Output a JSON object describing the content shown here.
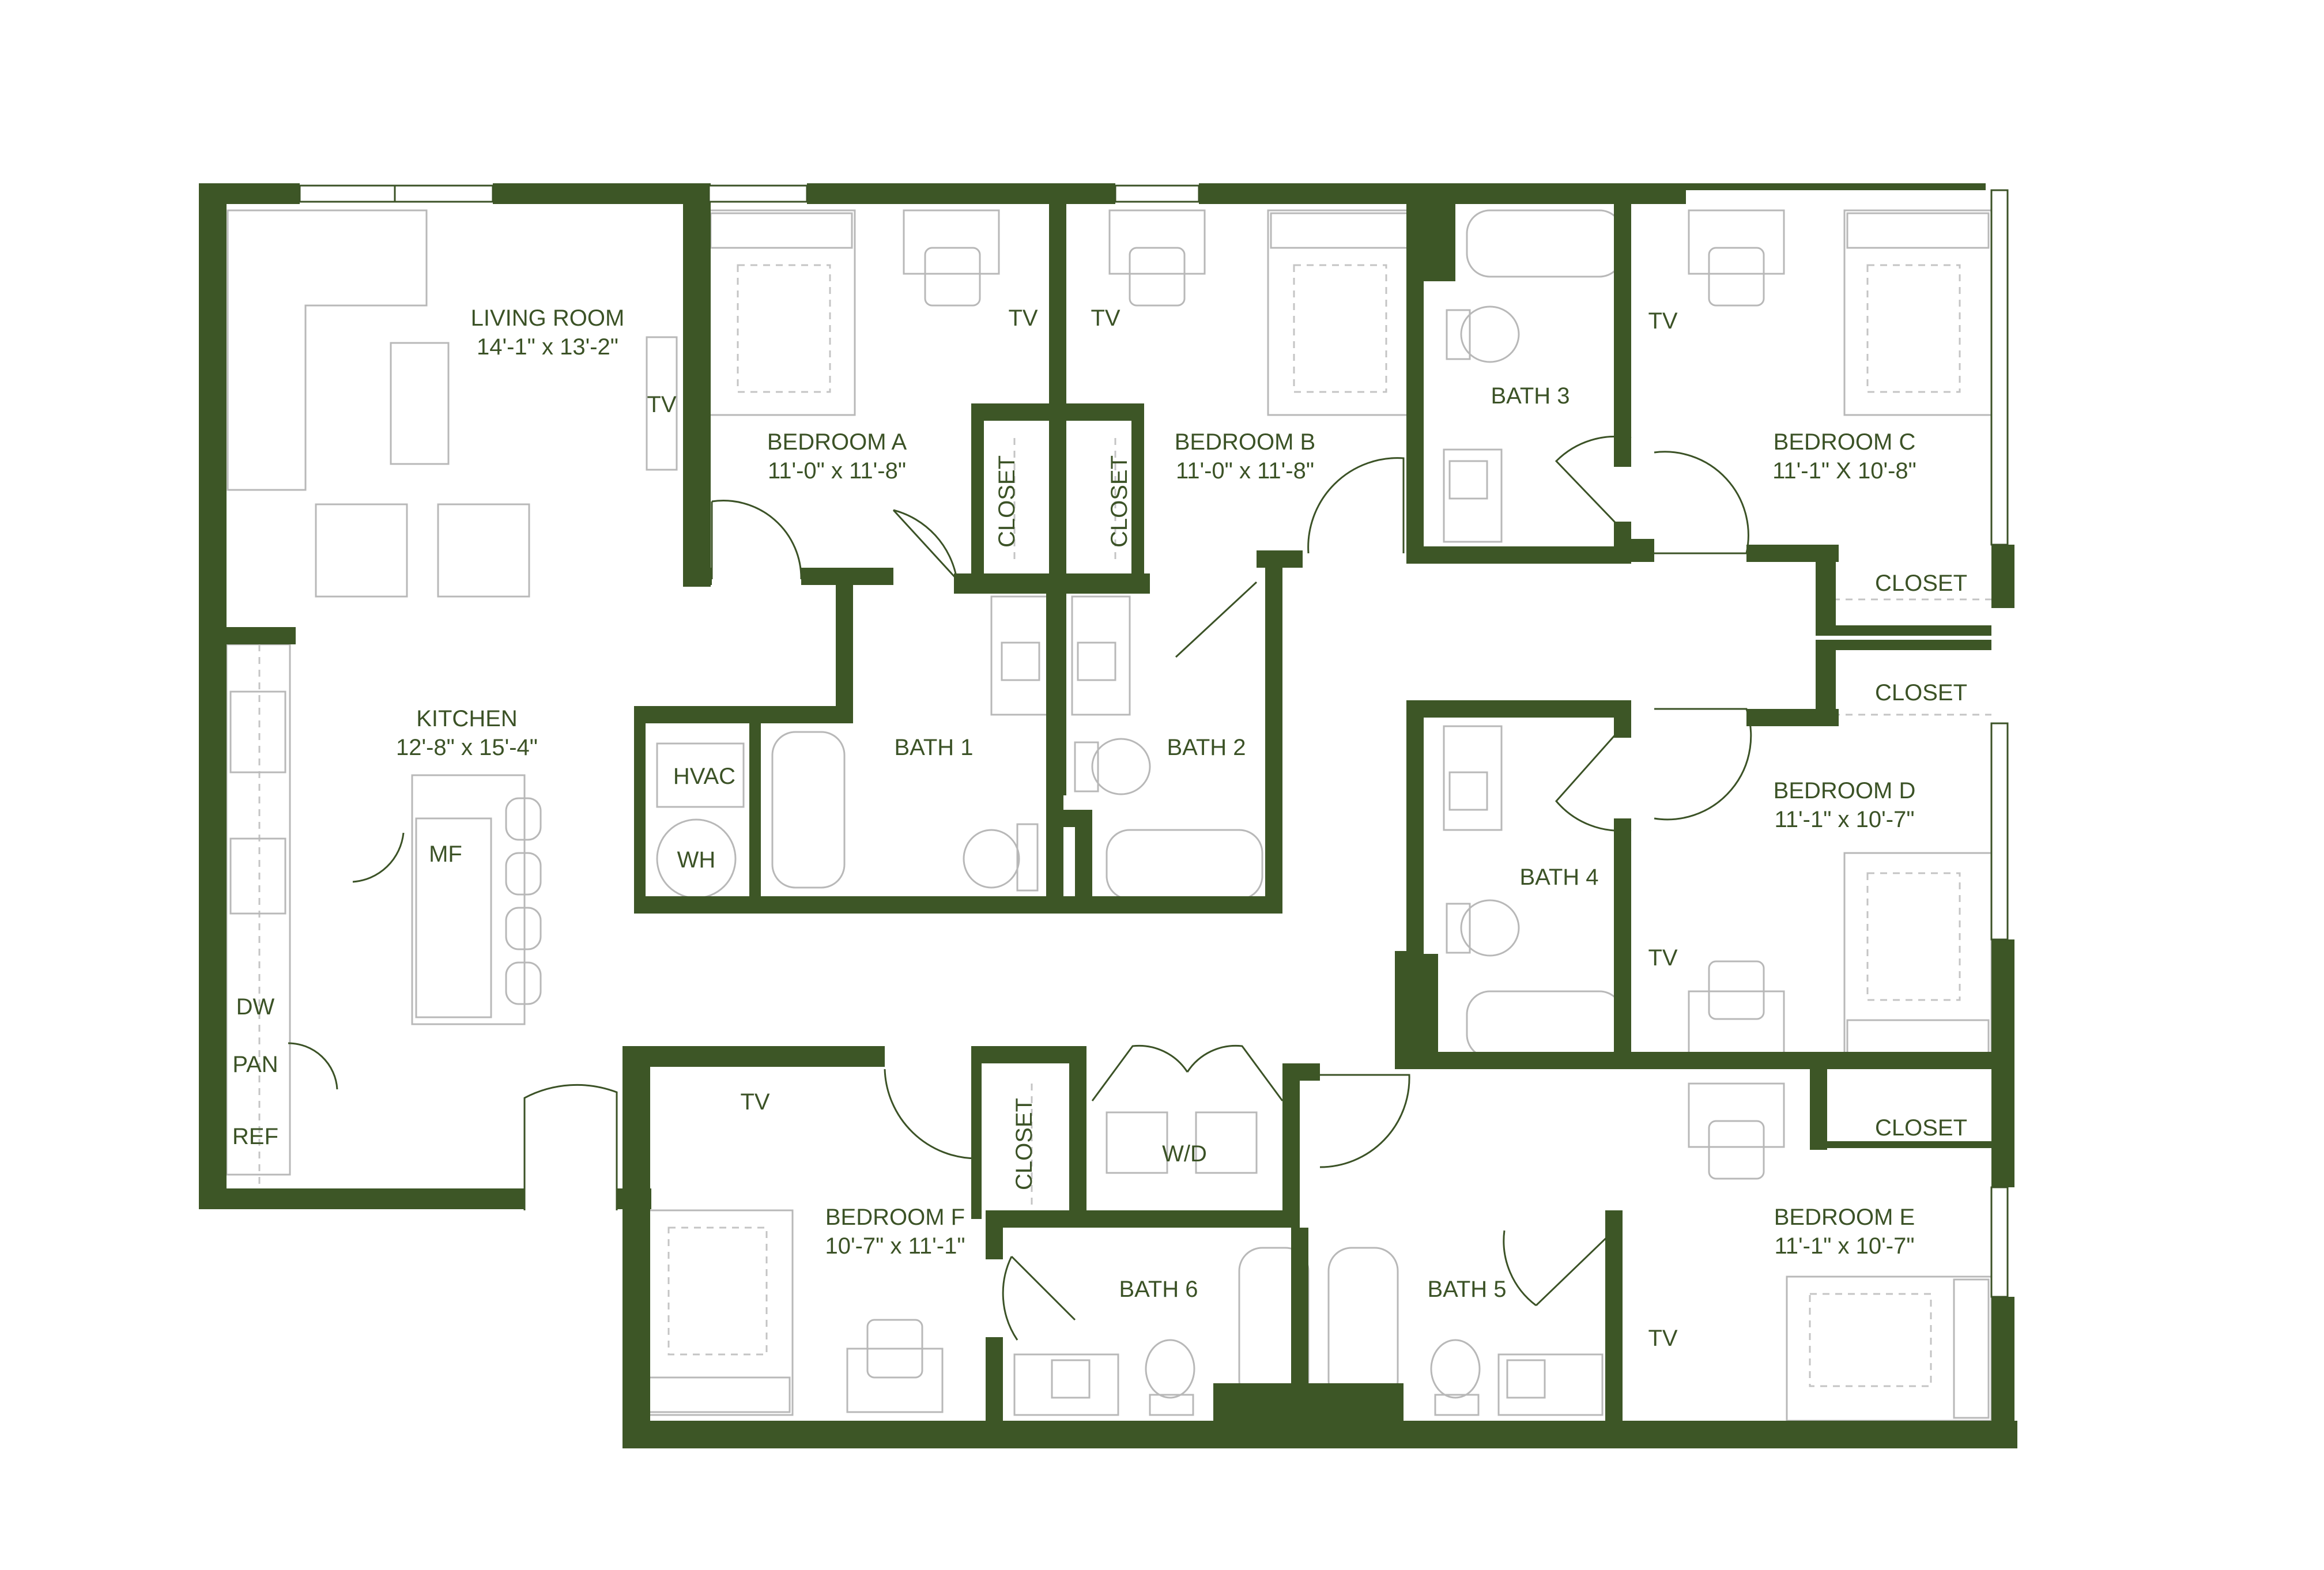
{
  "colors": {
    "wall": "#3d5626",
    "text": "#3b5226",
    "furniture": "#b8b8b8",
    "background": "#ffffff"
  },
  "rooms": {
    "living": {
      "name": "LIVING ROOM",
      "dims": "14'-1\" x 13'-2\""
    },
    "kitchen": {
      "name": "KITCHEN",
      "dims": "12'-8\" x 15'-4\""
    },
    "bedroom_a": {
      "name": "BEDROOM A",
      "dims": "11'-0\" x 11'-8\""
    },
    "bedroom_b": {
      "name": "BEDROOM B",
      "dims": "11'-0\" x 11'-8\""
    },
    "bedroom_c": {
      "name": "BEDROOM C",
      "dims": "11'-1\" X 10'-8\""
    },
    "bedroom_d": {
      "name": "BEDROOM D",
      "dims": "11'-1\" x 10'-7\""
    },
    "bedroom_e": {
      "name": "BEDROOM E",
      "dims": "11'-1\" x 10'-7\""
    },
    "bedroom_f": {
      "name": "BEDROOM F",
      "dims": "10'-7\" x 11'-1\""
    },
    "bath_1": {
      "name": "BATH 1"
    },
    "bath_2": {
      "name": "BATH 2"
    },
    "bath_3": {
      "name": "BATH 3"
    },
    "bath_4": {
      "name": "BATH 4"
    },
    "bath_5": {
      "name": "BATH 5"
    },
    "bath_6": {
      "name": "BATH 6"
    }
  },
  "labels": {
    "tv": "TV",
    "closet": "CLOSET",
    "hvac": "HVAC",
    "wh": "WH",
    "mf": "MF",
    "dw": "DW",
    "pan": "PAN",
    "ref": "REF",
    "wd": "W/D"
  }
}
